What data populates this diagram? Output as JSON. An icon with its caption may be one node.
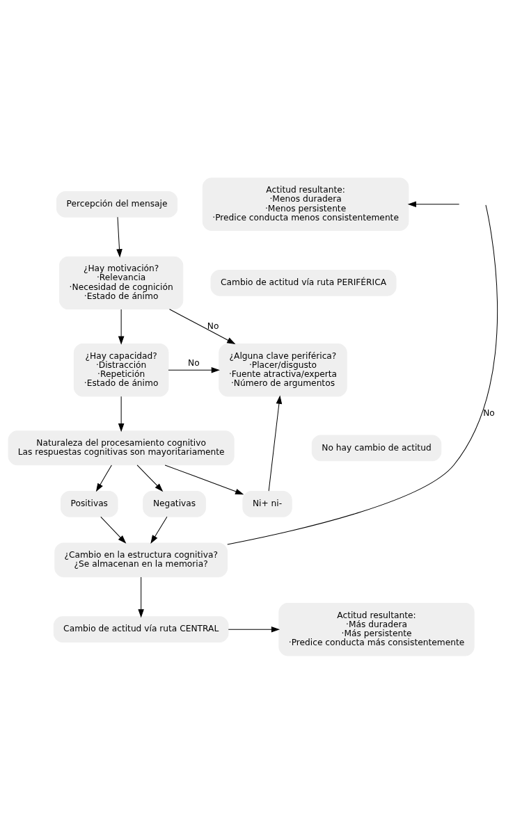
{
  "diagram": {
    "nodes": [
      {
        "text": [
          "Percepción del mensaje"
        ]
      },
      {
        "text": [
          "¿Hay motivación?",
          "·Relevancia",
          "·Necesidad de cognición",
          "·Estado de ánimo"
        ]
      },
      {
        "text": [
          "¿Hay capacidad?",
          "·Distracción",
          "·Repetición",
          "·Estado de ánimo"
        ]
      },
      {
        "text": [
          "Naturaleza del procesamiento cognitivo",
          "Las respuestas cognitivas son mayoritariamente"
        ]
      },
      {
        "text": [
          "Positivas"
        ]
      },
      {
        "text": [
          "Negativas"
        ]
      },
      {
        "text": [
          "Ni+ ni-"
        ]
      },
      {
        "text": [
          "¿Cambio en la estructura cognitiva?",
          "¿Se almacenan en la memoria?"
        ]
      },
      {
        "text": [
          "Cambio de actitud vía ruta CENTRAL"
        ]
      },
      {
        "text": [
          "Actitud resultante:",
          "·Más duradera",
          "·Más persistente",
          "·Predice conducta más consistentemente"
        ]
      },
      {
        "text": [
          "Actitud resultante:",
          "·Menos duradera",
          "·Menos persistente",
          "·Predice conducta menos consistentemente"
        ]
      },
      {
        "text": [
          "Cambio de actitud vía ruta PERIFÉRICA"
        ]
      },
      {
        "text": [
          "¿Alguna clave periférica?",
          "·Placer/disgusto",
          "·Fuente atractiva/experta",
          "·Número de argumentos"
        ]
      },
      {
        "text": [
          "No hay cambio de actitud"
        ]
      }
    ],
    "edges": [
      {
        "from": 0,
        "to": 1,
        "arrow": "to"
      },
      {
        "from": 1,
        "to": 2,
        "arrow": "to"
      },
      {
        "from": 2,
        "to": 3,
        "arrow": "to"
      },
      {
        "from": 3,
        "to": 4,
        "arrow": "to"
      },
      {
        "from": 3,
        "to": 5,
        "arrow": "to"
      },
      {
        "from": 3,
        "to": 6,
        "arrow": "to"
      },
      {
        "from": 4,
        "to": 7,
        "arrow": "to"
      },
      {
        "from": 5,
        "to": 7,
        "arrow": "to"
      },
      {
        "from": 1,
        "to": 12,
        "label": "No",
        "arrow": "to"
      },
      {
        "from": 2,
        "to": 12,
        "label": "No",
        "arrow": "to"
      },
      {
        "from": 6,
        "to": 12,
        "arrow": "to"
      },
      {
        "from": 7,
        "to": 8,
        "arrow": "to"
      },
      {
        "from": 8,
        "to": 9,
        "arrow": "to"
      },
      {
        "from": 7,
        "to": null,
        "label": "No",
        "arrow": "none"
      },
      {
        "from": null,
        "to": 10,
        "arrow": "to"
      }
    ]
  }
}
